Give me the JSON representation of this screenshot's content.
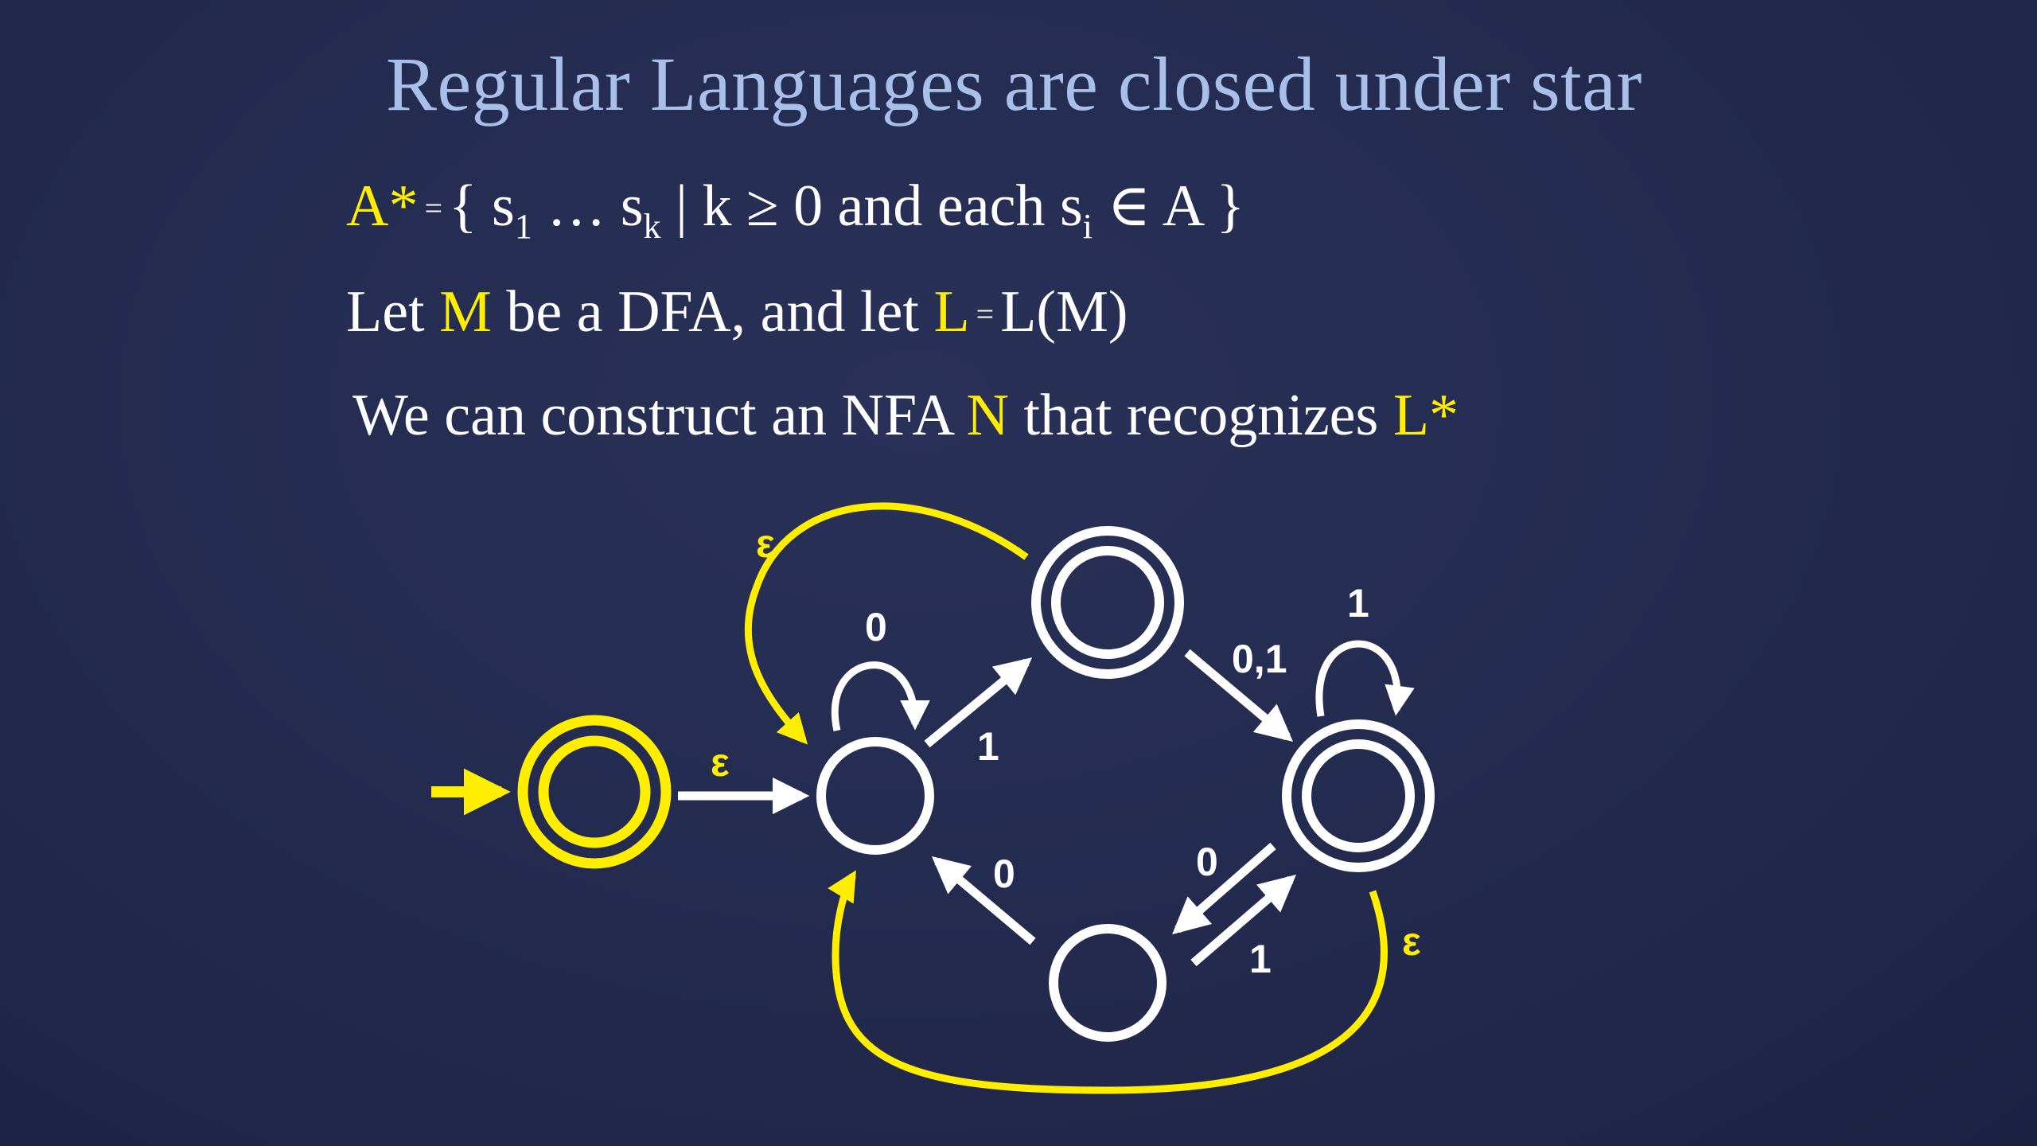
{
  "title": "Regular Languages are closed under star",
  "line1": {
    "astar": "A*",
    "eq": "=",
    "open": "{ s",
    "sub1": "1",
    "dots": " … s",
    "subk": "k",
    "cond": " | k ≥ 0 and each s",
    "subi": "i",
    "tail": " ∈ A }"
  },
  "line2": {
    "let": "Let ",
    "M": "M",
    "mid": " be a DFA, and let ",
    "L": "L",
    "eq": "=",
    "tail": "L(M)"
  },
  "line3": {
    "pre": "We can construct an NFA ",
    "N": "N",
    "mid": " that recognizes ",
    "Lstar": "L*"
  },
  "diagram": {
    "colors": {
      "new_part": "#ffee00",
      "original": "#ffffff"
    },
    "labels": {
      "eps_top": "ε",
      "eps_start": "ε",
      "eps_bottom": "ε",
      "loop_left": "0",
      "left_to_top": "1",
      "top_to_right": "0,1",
      "loop_right": "1",
      "right_to_bottom": "0",
      "bottom_to_right": "1",
      "bottom_to_left": "0"
    }
  }
}
